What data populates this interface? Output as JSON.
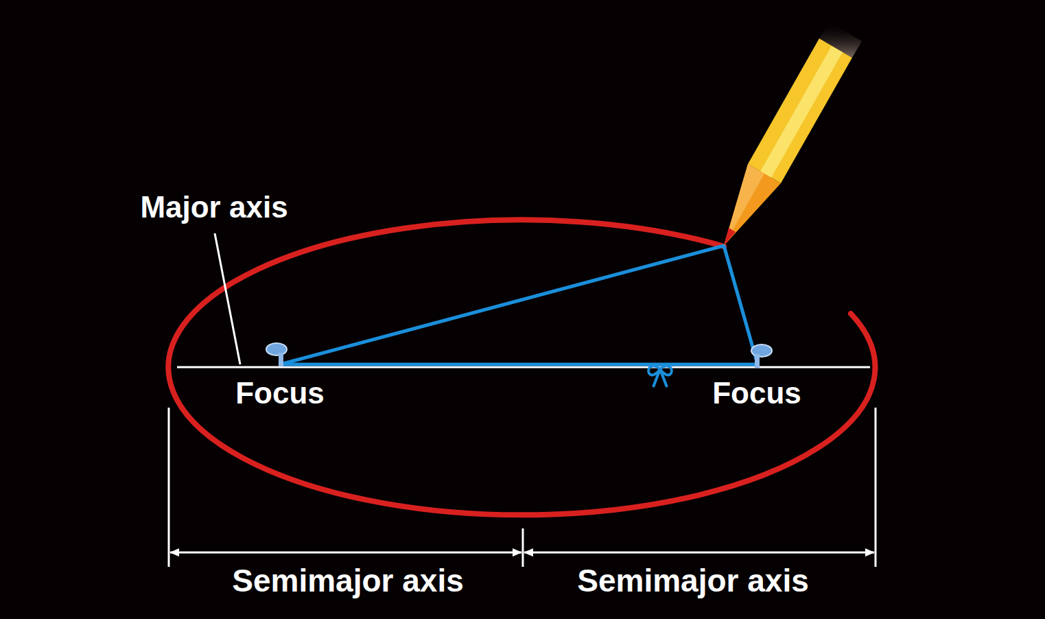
{
  "diagram": {
    "labels": [
      "Major axis",
      "Focus",
      "Focus",
      "Semimajor axis",
      "Semimajor axis"
    ]
  }
}
